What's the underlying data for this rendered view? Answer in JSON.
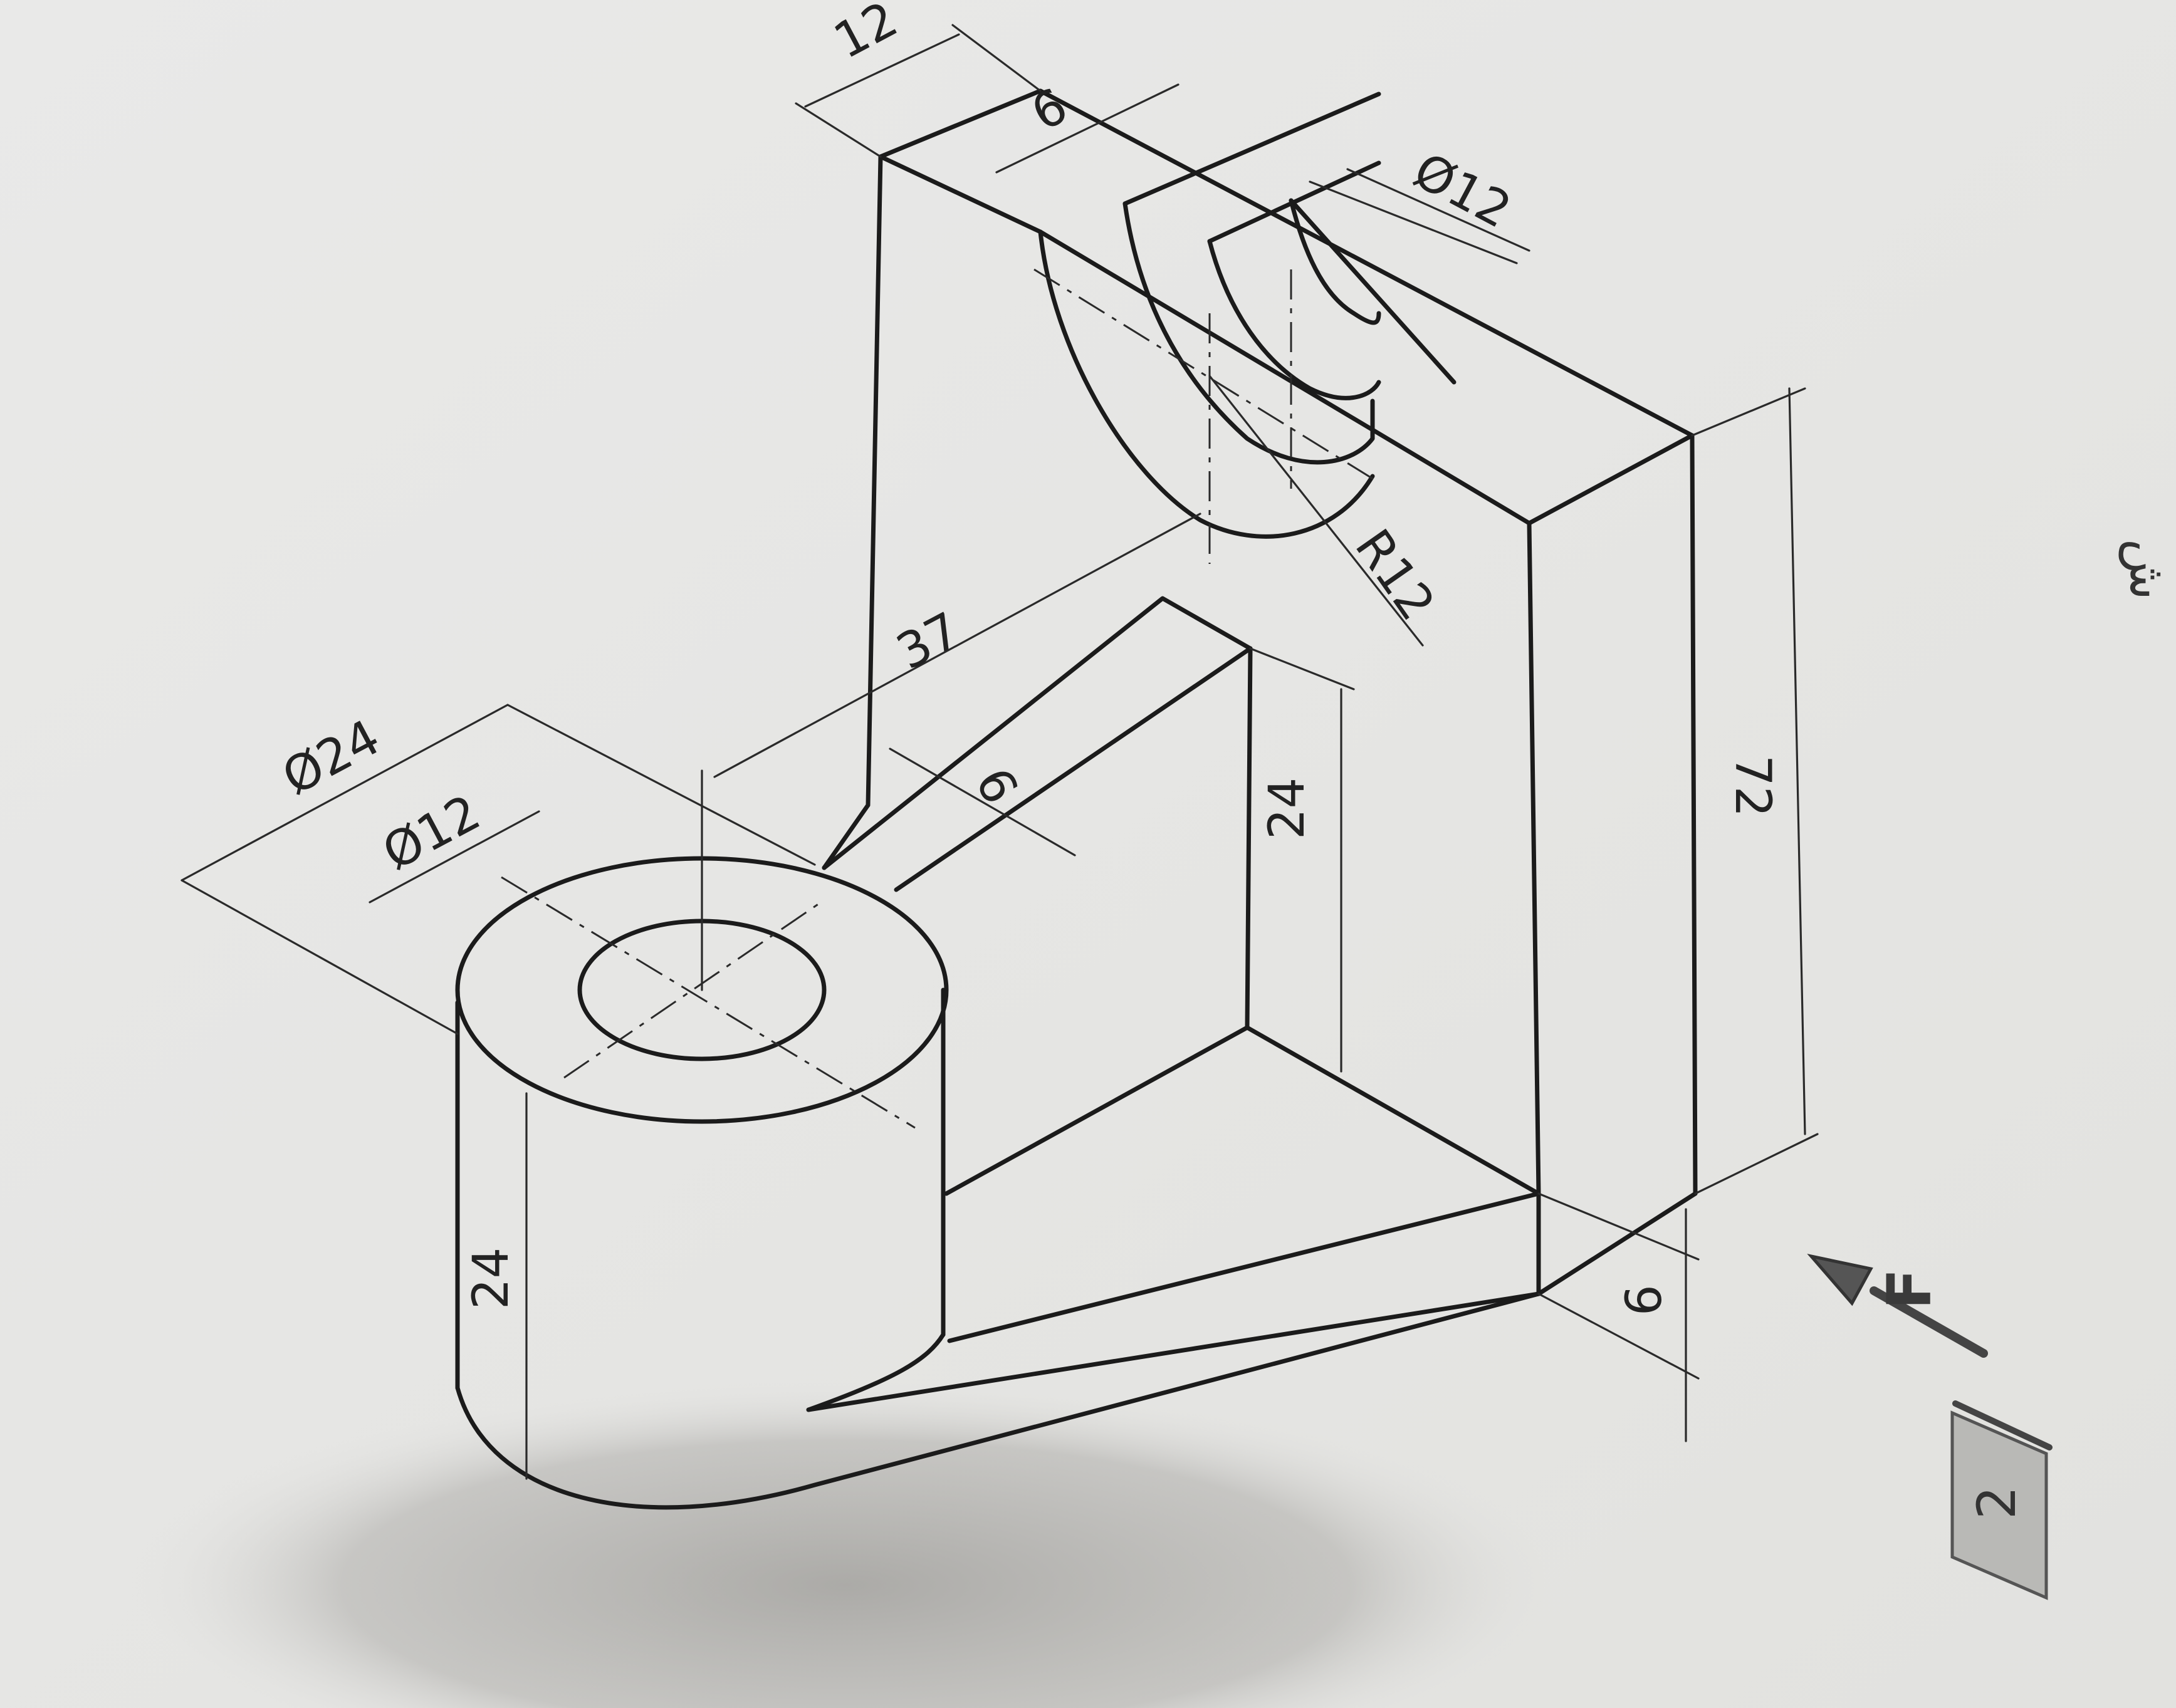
{
  "drawing": {
    "dimensions": {
      "top_width": "12",
      "slot_width": "6",
      "slot_diameter": "Ø12",
      "arc_radius": "R12",
      "height_total": "72",
      "rib_height": "24",
      "rib_thickness": "6",
      "base_thickness": "6",
      "boss_center_distance": "37",
      "boss_outer_diameter": "Ø24",
      "boss_inner_diameter": "Ø12",
      "boss_height": "24"
    },
    "force_label": "F",
    "flag_number": "2",
    "margin_glyph": "ش"
  },
  "colors": {
    "paper": "#e6e6e4",
    "ink": "#1b1b1b",
    "shadow": "#9a9894",
    "flag": "#b9b9b6"
  }
}
